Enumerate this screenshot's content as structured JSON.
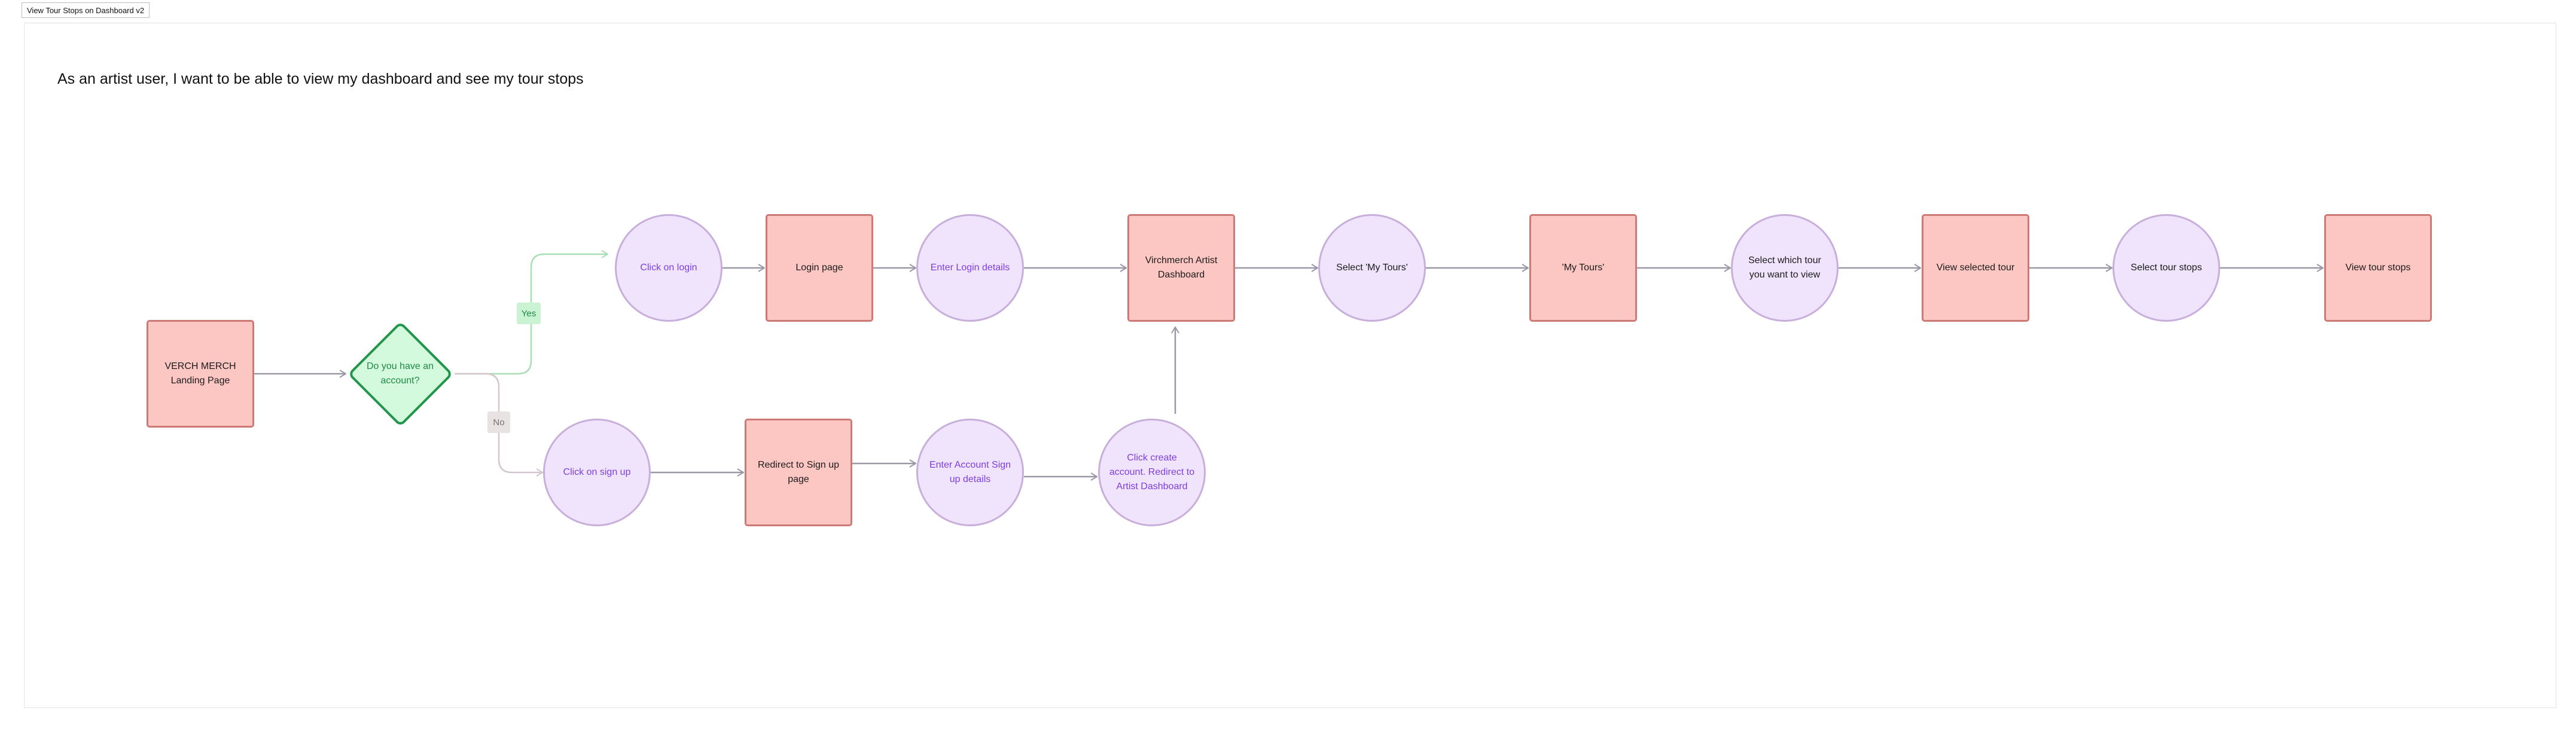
{
  "frame": {
    "title": "View Tour Stops on Dashboard v2"
  },
  "heading": "As an artist user, I want to be able to view my dashboard and see my tour stops",
  "nodes": {
    "landing": "VERCH MERCH Landing Page",
    "decision": "Do you have an account?",
    "click_login": "Click on login",
    "login_page": "Login page",
    "enter_login": "Enter Login details",
    "dashboard": "Virchmerch Artist Dashboard",
    "select_my_tours": "Select 'My Tours'",
    "my_tours": "'My Tours'",
    "select_tour": "Select which tour you want to view",
    "view_selected_tour": "View selected tour",
    "select_stops": "Select tour stops",
    "view_stops": "View tour stops",
    "click_signup": "Click on sign up",
    "redirect_signup": "Redirect to Sign up page",
    "enter_account": "Enter Account Sign up details",
    "create_account": "Click create account. Redirect to Artist Dashboard"
  },
  "edge_labels": {
    "yes": "Yes",
    "no": "No"
  },
  "colors": {
    "rect_fill": "#fcc6c3",
    "rect_border": "#cd7a76",
    "circle_fill": "#f0e4fd",
    "circle_border": "#c8aeda",
    "circle_text": "#7d3ee0",
    "diamond_fill": "#d3fadc",
    "diamond_border": "#22954a",
    "arrow": "#9c97a6",
    "yes_line": "#a9dfb4",
    "no_line": "#d3c6cf"
  }
}
